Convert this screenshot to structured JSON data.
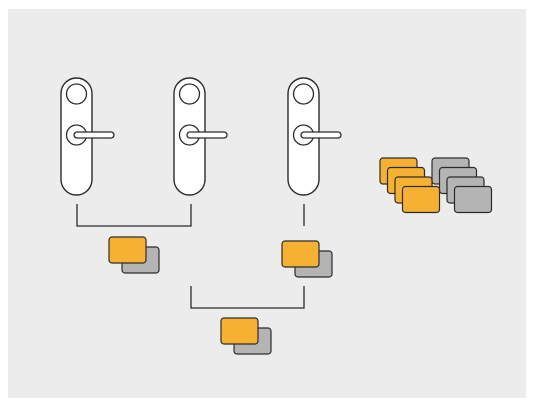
{
  "colors": {
    "panel": "#ececec",
    "handle_fill": "#ffffff",
    "outline": "#2b2b2b",
    "key_card_orange": "#f7b132",
    "key_card_grey": "#b4b4b4"
  },
  "icons": {
    "door_handle": "door-handle-icon",
    "key_card": "key-card-icon",
    "key_card_stack": "key-card-stack-icon"
  },
  "diagram": {
    "door_handles": [
      {
        "id": "handle-1"
      },
      {
        "id": "handle-2"
      },
      {
        "id": "handle-3"
      }
    ],
    "card_pairs": [
      {
        "id": "cards-group-1-2",
        "front": "orange",
        "back": "grey"
      },
      {
        "id": "cards-handle-3",
        "front": "orange",
        "back": "grey"
      },
      {
        "id": "cards-master",
        "front": "orange",
        "back": "grey"
      }
    ],
    "card_stack": {
      "orange_count": 4,
      "grey_count": 4
    }
  }
}
